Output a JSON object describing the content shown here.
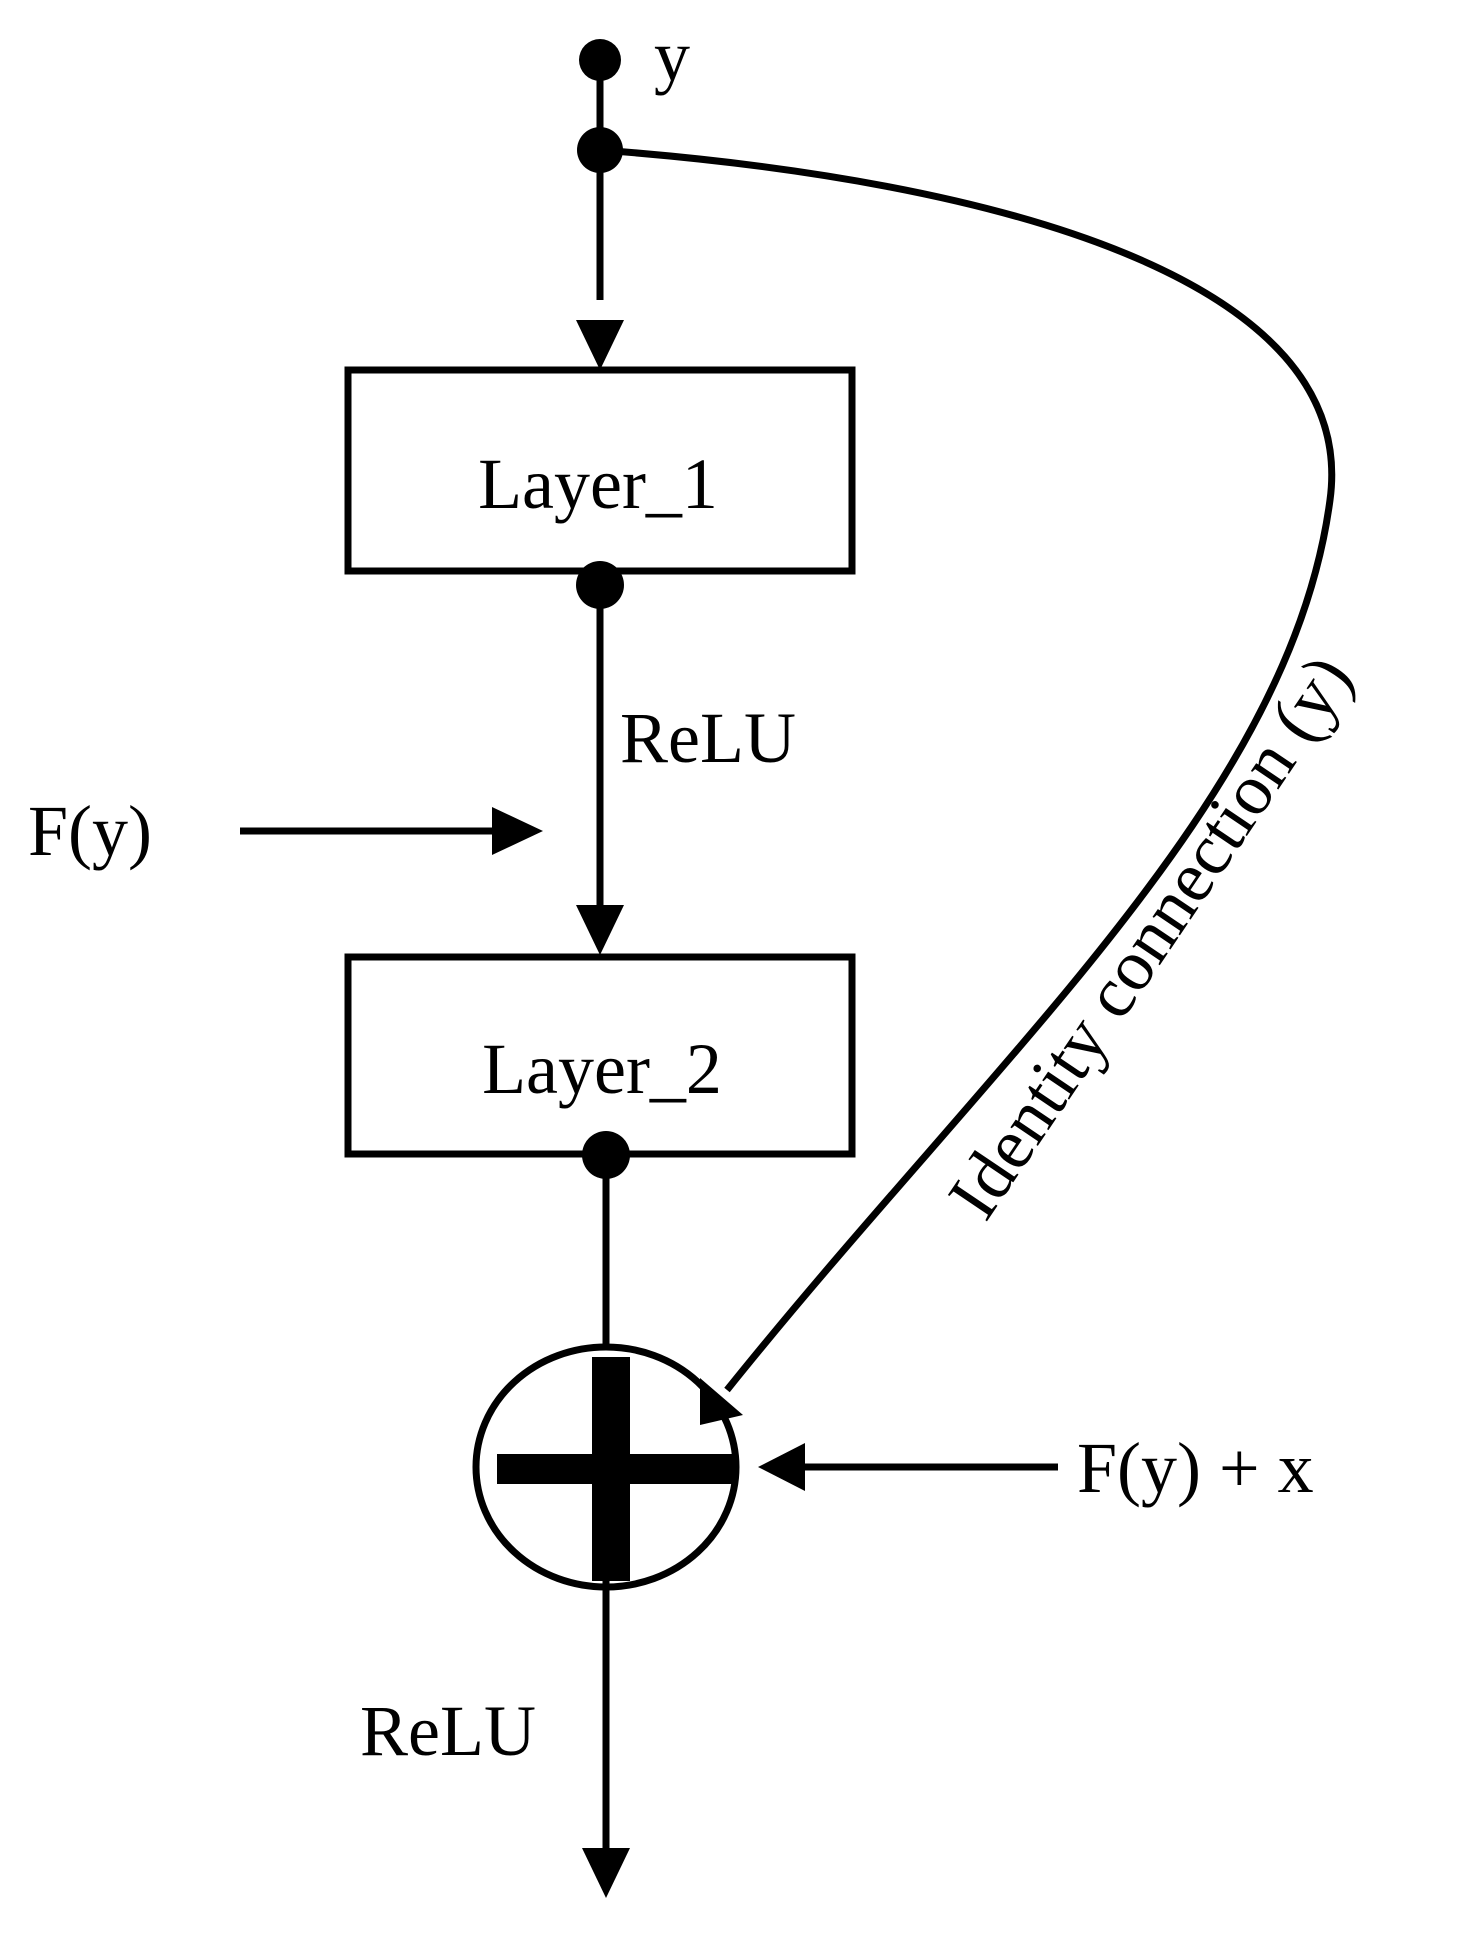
{
  "input_label": "y",
  "layer1": {
    "label": "Layer_1"
  },
  "layer2": {
    "label": "Layer_2"
  },
  "activation_mid": "ReLU",
  "activation_out": "ReLU",
  "residual_label": "F(y)",
  "sum_label": "F(y) + x",
  "identity_label": "Identity connection (y)",
  "colors": {
    "stroke": "#000000",
    "background": "#ffffff"
  }
}
